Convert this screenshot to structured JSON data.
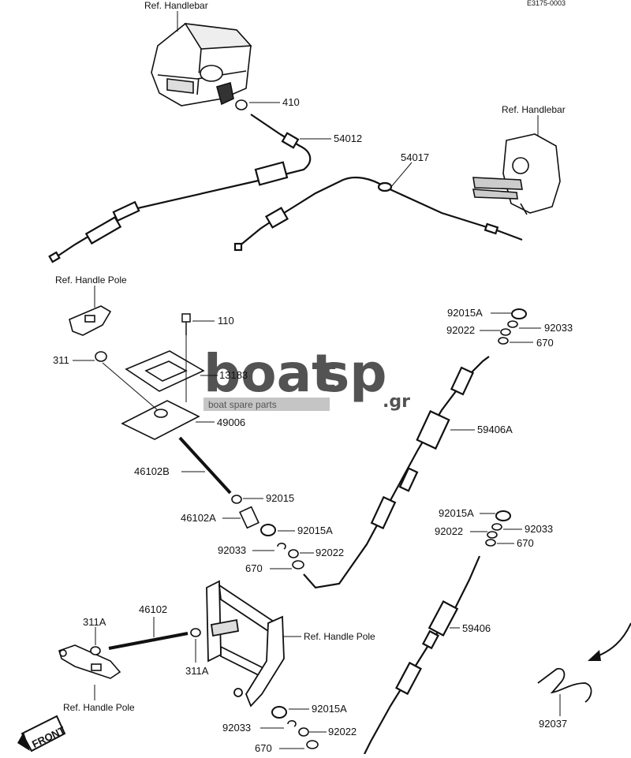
{
  "doc_code": "E3175-0003",
  "labels": {
    "ref_handlebar_left": "Ref. Handlebar",
    "ref_handlebar_right": "Ref. Handlebar",
    "ref_handle_pole_top": "Ref. Handle Pole",
    "ref_handle_pole_mid": "Ref. Handle Pole",
    "ref_handle_pole_bottom": "Ref. Handle Pole",
    "p410": "410",
    "p54012": "54012",
    "p54017": "54017",
    "p110": "110",
    "p311": "311",
    "p13183": "13183",
    "p49006": "49006",
    "p46102B": "46102B",
    "p92015": "92015",
    "p46102A": "46102A",
    "p92015A_mid": "92015A",
    "p92033_mid": "92033",
    "p92022_mid": "92022",
    "p670_mid": "670",
    "p92015A_tr": "92015A",
    "p92022_tr": "92022",
    "p92033_tr": "92033",
    "p670_tr": "670",
    "p59406A": "59406A",
    "p92015A_r2": "92015A",
    "p92022_r2": "92022",
    "p92033_r2": "92033",
    "p670_r2": "670",
    "p59406": "59406",
    "p311A_left": "311A",
    "p46102": "46102",
    "p311A_right": "311A",
    "p92015A_bot": "92015A",
    "p92033_bot": "92033",
    "p92022_bot": "92022",
    "p670_bot": "670",
    "p92037": "92037"
  },
  "watermark": {
    "brand_a": "boat",
    "brand_b": "sp",
    "suffix": ".gr",
    "tagline": "boat spare parts"
  },
  "front_badge": "FRONT"
}
